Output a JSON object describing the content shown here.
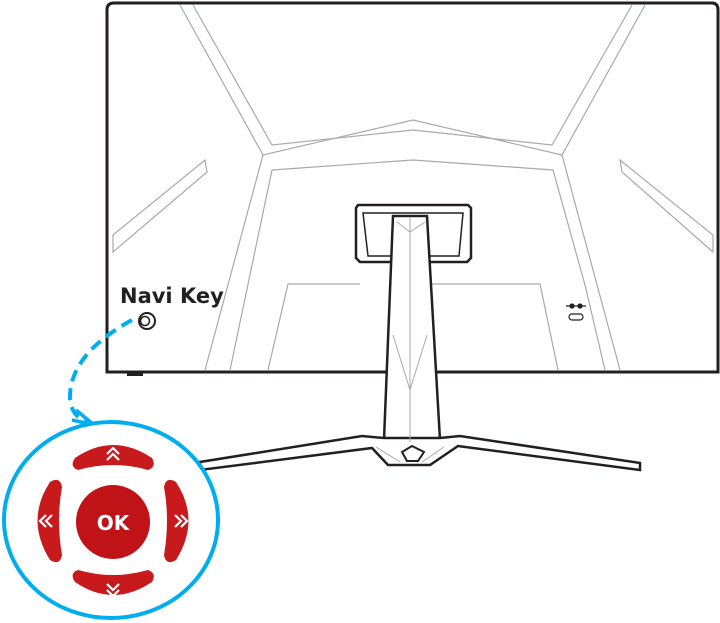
{
  "labels": {
    "navi_key": "Navi Key"
  },
  "navi_pad": {
    "center_label": "OK",
    "up_icon": "double-chevron-up",
    "down_icon": "double-chevron-down",
    "left_icon": "double-chevron-left",
    "right_icon": "double-chevron-right"
  },
  "colors": {
    "pad_red": "#c8191c",
    "callout_blue": "#00aeef",
    "outline": "#231f20",
    "detail_gray": "#a7a9ac"
  }
}
